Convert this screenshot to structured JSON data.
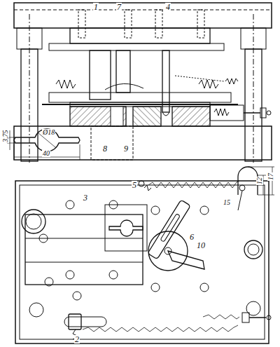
{
  "diagram": {
    "labels": [
      "1",
      "7",
      "4",
      "8",
      "9",
      "3",
      "5",
      "6",
      "10",
      "2",
      "3,75",
      "Ø18",
      "40",
      "12",
      "17",
      "15"
    ]
  }
}
